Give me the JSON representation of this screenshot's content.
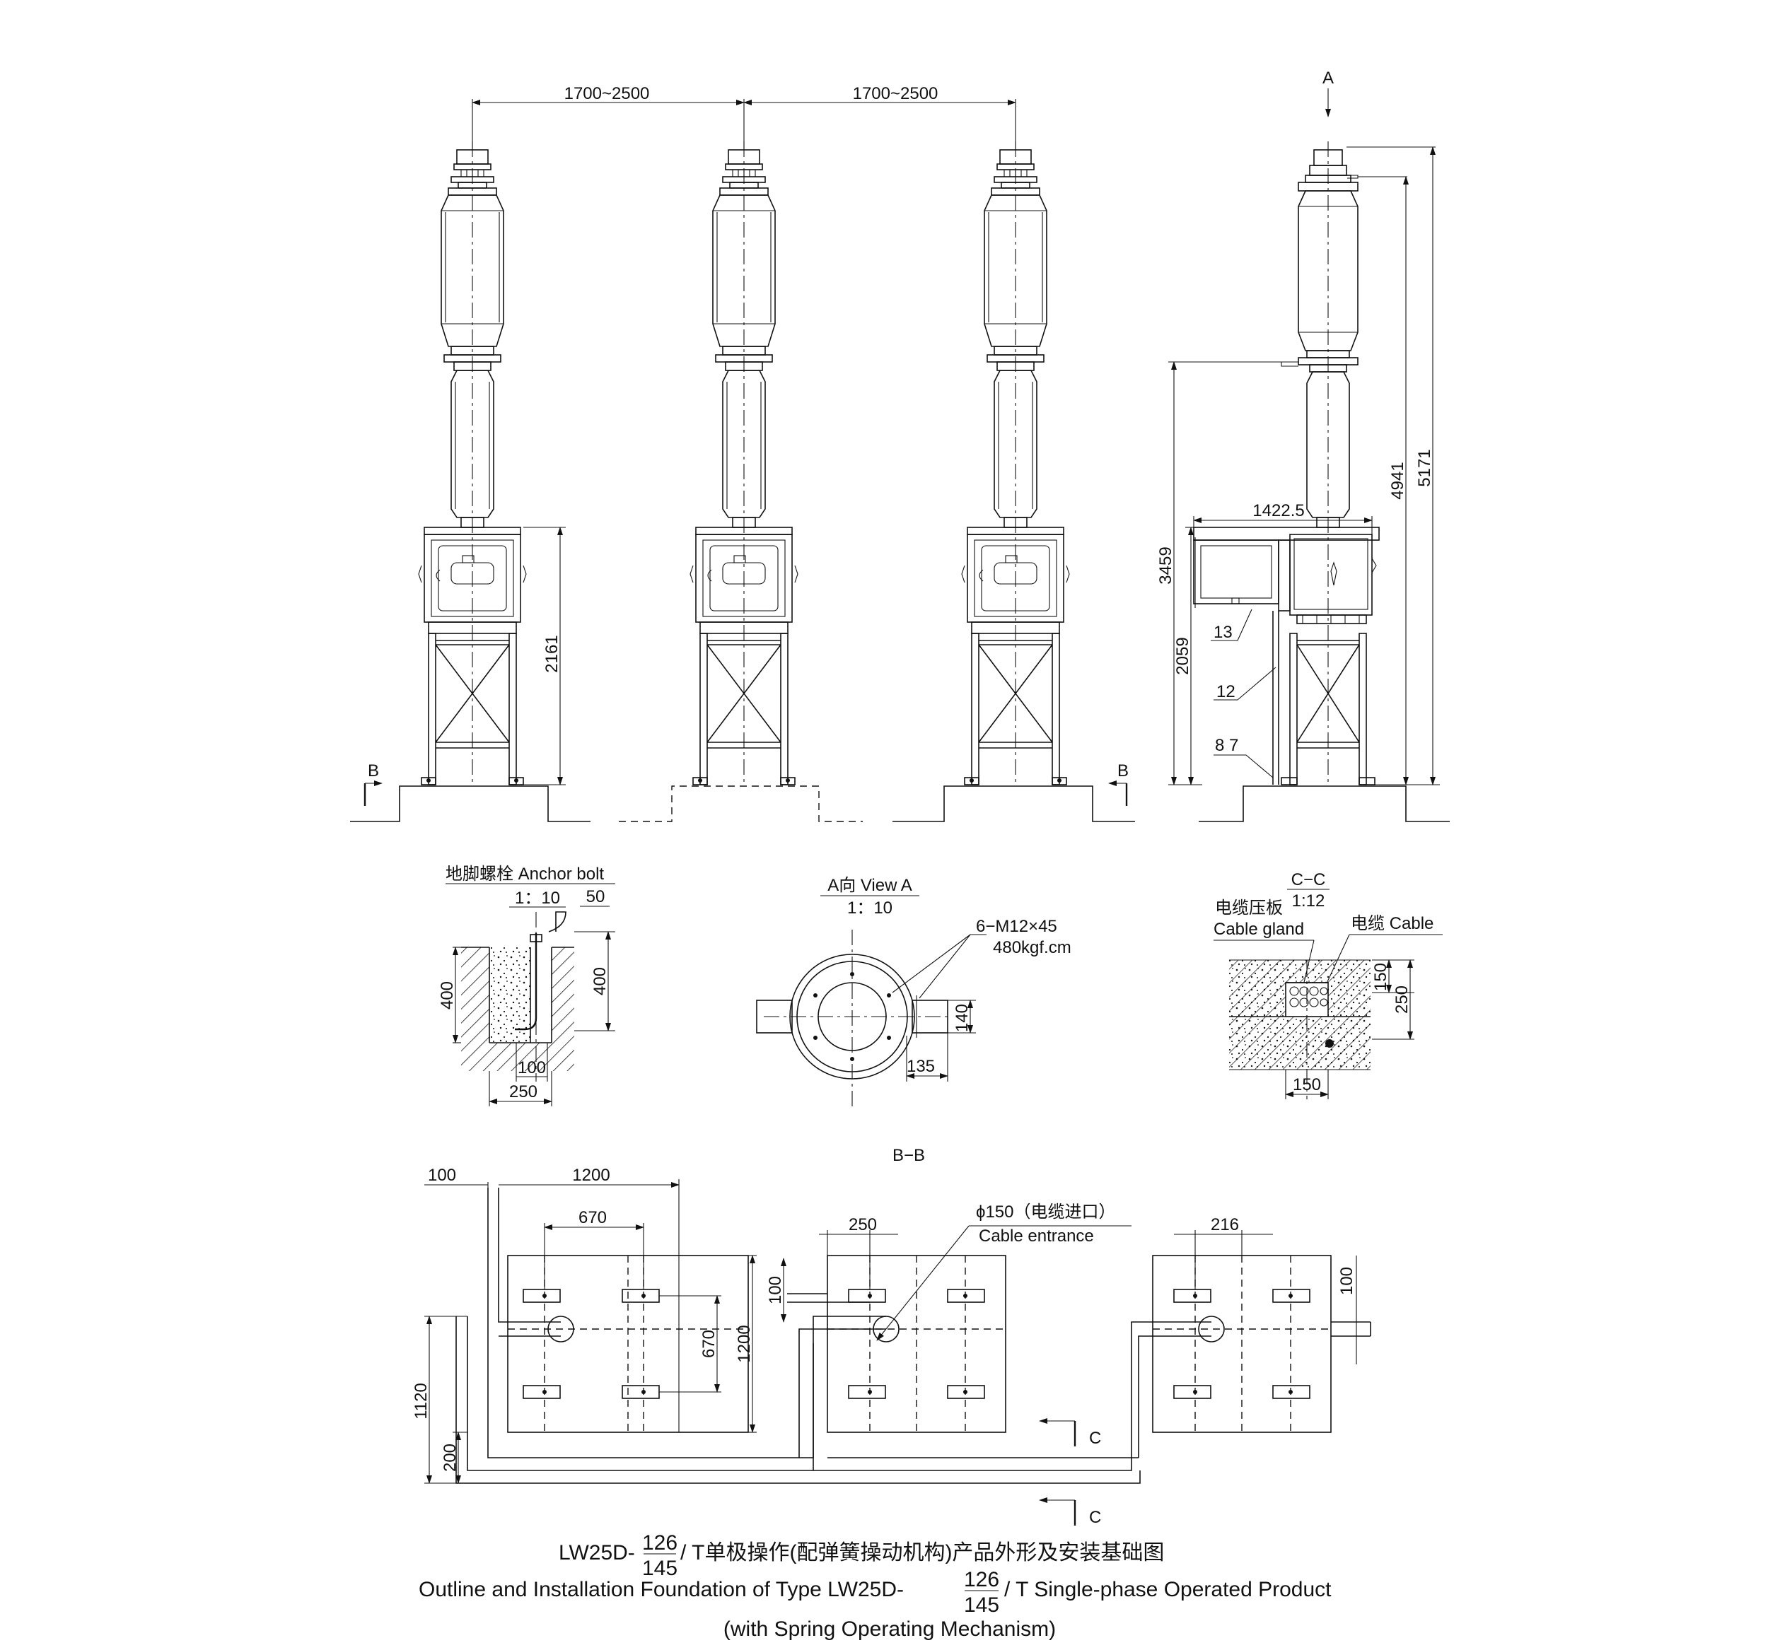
{
  "title": {
    "cn_prefix": "LW25D-",
    "cn_num": "126",
    "cn_den": "145",
    "cn_suffix": "/ T单极操作(配弹簧操动机构)产品外形及安装基础图",
    "en_prefix": "Outline and Installation Foundation of Type LW25D-",
    "en_num": "126",
    "en_den": "145",
    "en_suffix": "/ T Single-phase Operated Product",
    "en_line3": "(with Spring Operating Mechanism)"
  },
  "elevation": {
    "spacing_1": "1700~2500",
    "spacing_2": "1700~2500",
    "height_cabinet": "2161",
    "section_mark_left": "B",
    "section_mark_right": "B"
  },
  "side_view": {
    "view_mark": "A",
    "width_1422": "1422.5",
    "dim_3459": "3459",
    "dim_2059": "2059",
    "dim_4941": "4941",
    "dim_5171": "5171",
    "callout_13": "13",
    "callout_12": "12",
    "callout_8_7": "8  7"
  },
  "anchor_bolt": {
    "title": "地脚螺栓 Anchor bolt",
    "scale": "1：10",
    "dim_50": "50",
    "dim_400_left": "400",
    "dim_400_right": "400",
    "dim_100": "100",
    "dim_250": "250"
  },
  "view_a": {
    "title": "A向  View A",
    "scale": "1：10",
    "bolt_spec": "6−M12×45",
    "torque": "480kgf.cm",
    "dim_140": "140",
    "dim_135": "135"
  },
  "section_cc": {
    "title": "C−C",
    "scale": "1:12",
    "gland_cn": "电缆压板",
    "gland_en": "Cable gland",
    "cable": "电缆 Cable",
    "dim_150_h": "150",
    "dim_250": "250",
    "dim_150_w": "150"
  },
  "section_bb": {
    "title": "B−B",
    "dim_100_top": "100",
    "dim_1200_top": "1200",
    "dim_670_top": "670",
    "dim_670_side": "670",
    "dim_1200_side": "1200",
    "dim_250": "250",
    "dim_100_mid": "100",
    "cable_entrance_cn": "ϕ150（电缆进口）",
    "cable_entrance_en": "Cable entrance",
    "dim_216": "216",
    "dim_100_right": "100",
    "dim_1120": "1120",
    "dim_200": "200",
    "section_c_upper": "C",
    "section_c_lower": "C"
  }
}
